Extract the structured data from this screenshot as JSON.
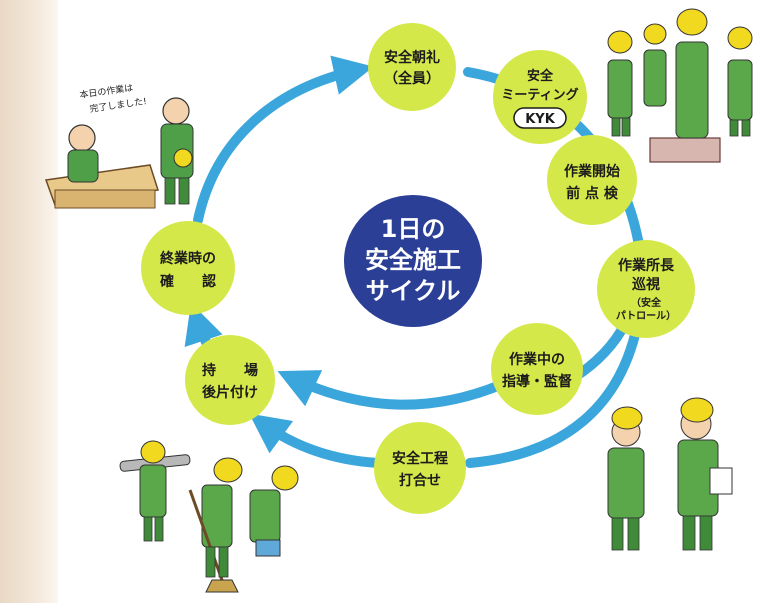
{
  "diagram": {
    "center": {
      "lines": [
        "1日の",
        "安全施工",
        "サイクル"
      ]
    },
    "steps": [
      {
        "id": "morning-assembly",
        "lines": [
          "安全朝礼",
          "（全員）"
        ]
      },
      {
        "id": "safety-meeting",
        "lines": [
          "安全",
          "ミーティング"
        ],
        "badge": "KYK"
      },
      {
        "id": "pre-work-inspection",
        "lines": [
          "作業開始",
          "前 点 検"
        ]
      },
      {
        "id": "manager-patrol",
        "lines": [
          "作業所長",
          "巡視"
        ],
        "sub_lines": [
          "（安全",
          "パトロール）"
        ]
      },
      {
        "id": "work-supervision",
        "lines": [
          "作業中の",
          "指導・監督"
        ]
      },
      {
        "id": "process-meeting",
        "lines": [
          "安全工程",
          "打合せ"
        ]
      },
      {
        "id": "cleanup",
        "lines": [
          "持　　場",
          "後片付け"
        ]
      },
      {
        "id": "end-confirmation",
        "lines": [
          "終業時の",
          "確　　認"
        ]
      }
    ],
    "speech_bubble": {
      "lines": [
        "本日の作業は",
        "完了しました!"
      ]
    },
    "colors": {
      "node_fill": "#d4e84a",
      "center_fill": "#2a3f95",
      "arrow": "#3aa6dc",
      "worker_uniform": "#5aa84a",
      "helmet": "#f1d91f"
    }
  }
}
